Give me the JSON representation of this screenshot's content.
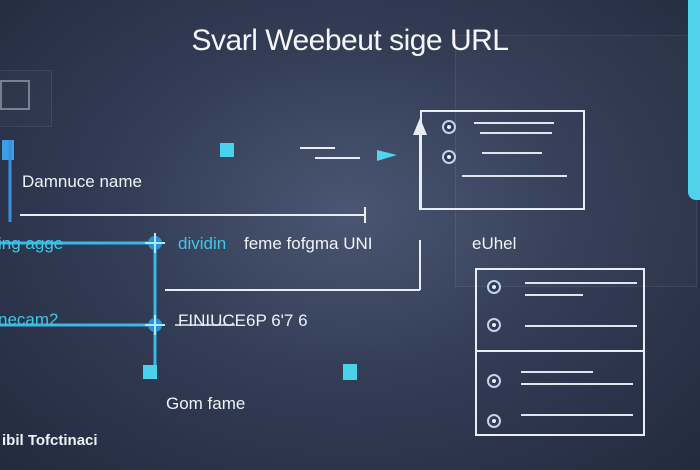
{
  "title": "Svarl Weebeut sige URL",
  "labels": {
    "domain_name": "Damnuce name",
    "left_cyan_top": "ing agge",
    "domain_middle": "dividin",
    "frame_format": "feme fofgma UNI",
    "right_url": "eUhel",
    "left_cyan_mid": "necam2",
    "function_code": "FINIUCE6P 6'7 6",
    "game_frame": "Gom fame",
    "bottom_left": "ibil Tofctinaci"
  },
  "colors": {
    "background": "#2b3450",
    "accent_cyan": "#3fc8e8",
    "accent_blue": "#2a8fe0",
    "line_white": "#e8edf5"
  }
}
